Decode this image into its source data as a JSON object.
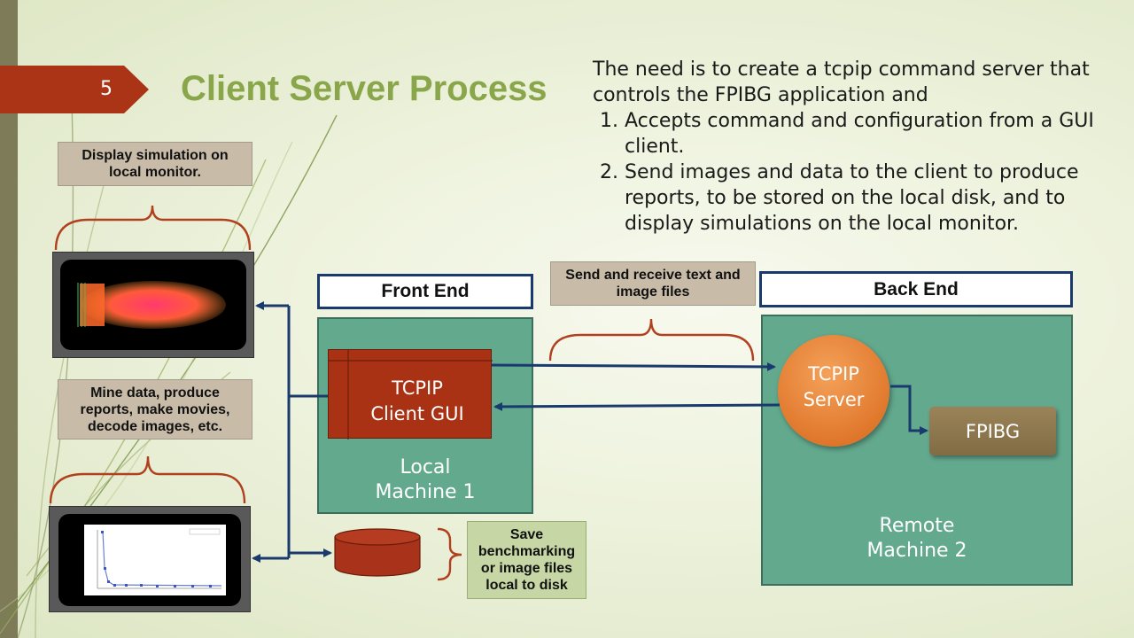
{
  "slide": {
    "number": "5",
    "title": "Client Server Process"
  },
  "intro": {
    "text": "The need is to create a tcpip command server that controls the FPIBG application and",
    "items": [
      "Accepts command and configuration from a GUI client.",
      "Send images and data to the client to produce reports, to be stored on the local disk, and to display simulations on the local monitor."
    ]
  },
  "labels": {
    "display_simulation": "Display simulation on local monitor.",
    "mine_data": "Mine data, produce reports, make movies, decode images, etc.",
    "send_receive": "Send and receive text and image files",
    "save_files": "Save benchmarking or image files local to disk"
  },
  "headers": {
    "front_end": "Front End",
    "back_end": "Back End"
  },
  "local_machine": {
    "label_line1": "Local",
    "label_line2": "Machine 1",
    "gui_line1": "TCPIP",
    "gui_line2": "Client GUI"
  },
  "remote_machine": {
    "label_line1": "Remote",
    "label_line2": "Machine 2",
    "server_line1": "TCPIP",
    "server_line2": "Server",
    "app": "FPIBG"
  },
  "colors": {
    "accent_red": "#ab3416",
    "title_green": "#8aa64a",
    "machine_green": "#63a98e",
    "arrow_navy": "#1a3a6e",
    "brace_red": "#b0401e",
    "server_orange": "#e0782c",
    "app_brown": "#8e7750"
  },
  "icons": [
    "simulation-monitor-icon",
    "chart-monitor-icon",
    "disk-cylinder-icon"
  ]
}
